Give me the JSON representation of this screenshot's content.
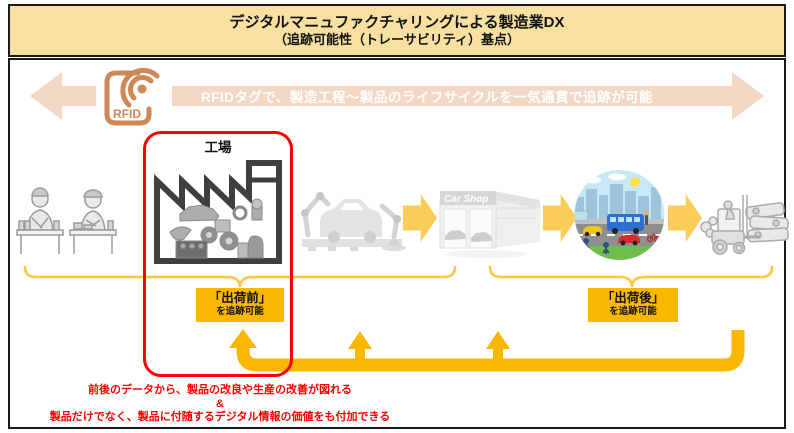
{
  "title": {
    "line1": "デジタルマニュファクチャリングによる製造業DX",
    "line2": "（追跡可能性（トレーサビリティ）基点）"
  },
  "banner": {
    "text": "RFIDタグで、製造工程～製品のライフサイクルを一気通貫で追跡が可能",
    "rfid_label": "RFID"
  },
  "stages": {
    "factory_label": "工場",
    "carshop_label": "Car Shop"
  },
  "labels": {
    "pre_shipment": {
      "line1": "「出荷前」",
      "line2": "を追跡可能"
    },
    "post_shipment": {
      "line1": "「出荷後」",
      "line2": "を追跡可能"
    }
  },
  "footnote": {
    "line1": "前後のデータから、製品の改良や生産の改善が図れる",
    "line2": "&",
    "line3": "製品だけでなく、製品に付随するデジタル情報の価値をも付加できる"
  },
  "icons": [
    "rfid-tag-icon",
    "workers-assembly-icon",
    "factory-icon",
    "robot-assembly-icon",
    "car-shop-icon",
    "city-street-icon",
    "scrap-recycle-icon",
    "right-arrow-icon",
    "feedback-pipe-arrow",
    "brace-pre-shipment",
    "brace-post-shipment"
  ],
  "colors": {
    "title_bg": "#F8E0A0",
    "banner_fill": "#F2D8C4",
    "rfid_orange": "#CE8757",
    "stage_arrow": "#FACD58",
    "gold": "#F9B700",
    "brace": "#FBC840",
    "highlight_red": "#FF0000",
    "factory_outline": "#3F3F3F",
    "footnote_red": "#FF0000"
  }
}
